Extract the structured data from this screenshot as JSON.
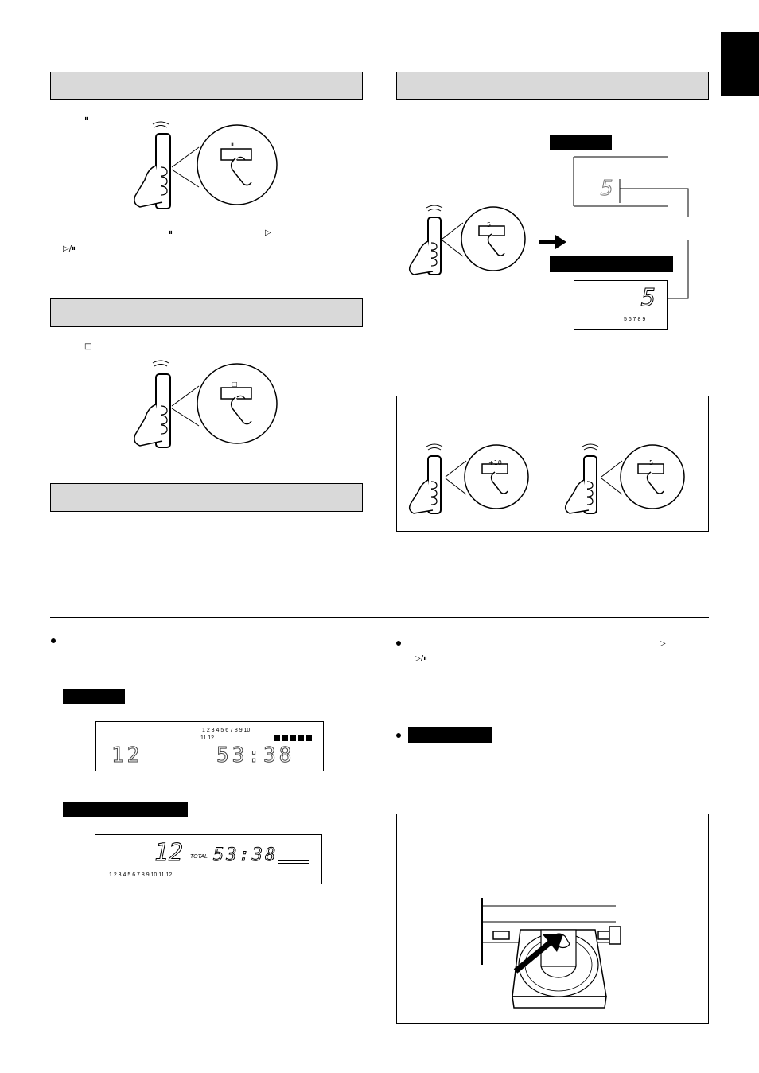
{
  "symbols": {
    "pause": "⏸",
    "play": "▷",
    "play_pause": "▷/⏸",
    "stop": "□"
  },
  "remote_buttons": {
    "pause_label": "⏸",
    "stop_label": "□",
    "num5_label": "5",
    "plus10_label": "+10"
  },
  "display_small": {
    "digit": "5",
    "track_numbers": "5  6  7  8  9"
  },
  "display_total": {
    "track_row1": "1  2  3  4  5  6  7  8  9  10",
    "track_row2": "11 12",
    "tracks": "12",
    "time": "53:38"
  },
  "display_total_large": {
    "tracks": "12",
    "total_label": "TOTAL",
    "time": "53:38",
    "track_row": "1   2   3   4   5   6   7   8   9   10   11   12"
  },
  "colors": {
    "header_fill": "#d9d9d9",
    "label_fill": "#000000"
  }
}
